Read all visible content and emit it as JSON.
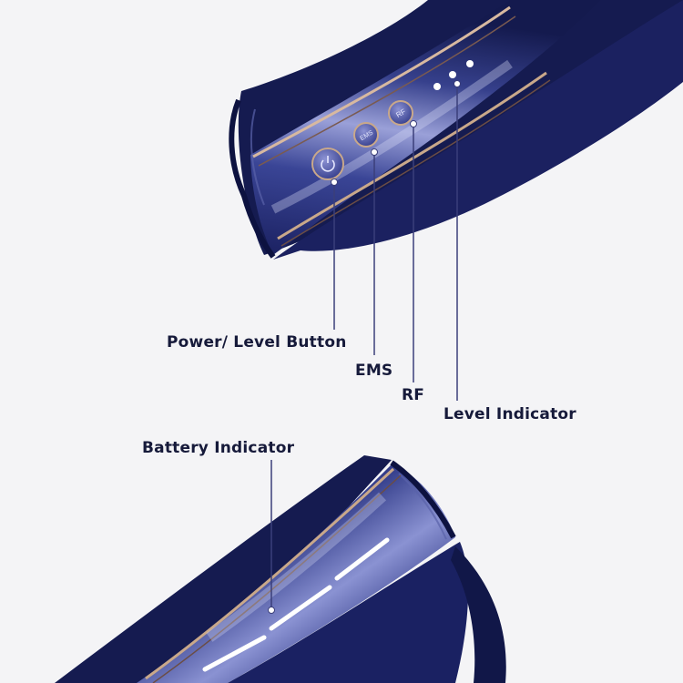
{
  "labels": {
    "power": "Power/ Level Button",
    "ems": "EMS",
    "rf": "RF",
    "level": "Level Indicator",
    "battery": "Battery Indicator"
  },
  "buttons": {
    "ems_icon_text": "EMS",
    "rf_icon_text": "RF"
  },
  "colors": {
    "background": "#f4f4f6",
    "device_dark": "#141a4e",
    "device_mid": "#2a347a",
    "device_light": "#7f86c4",
    "accent_ring": "#c9a88a",
    "leader_line": "#3b3f7a",
    "label_text": "#161a3a"
  }
}
